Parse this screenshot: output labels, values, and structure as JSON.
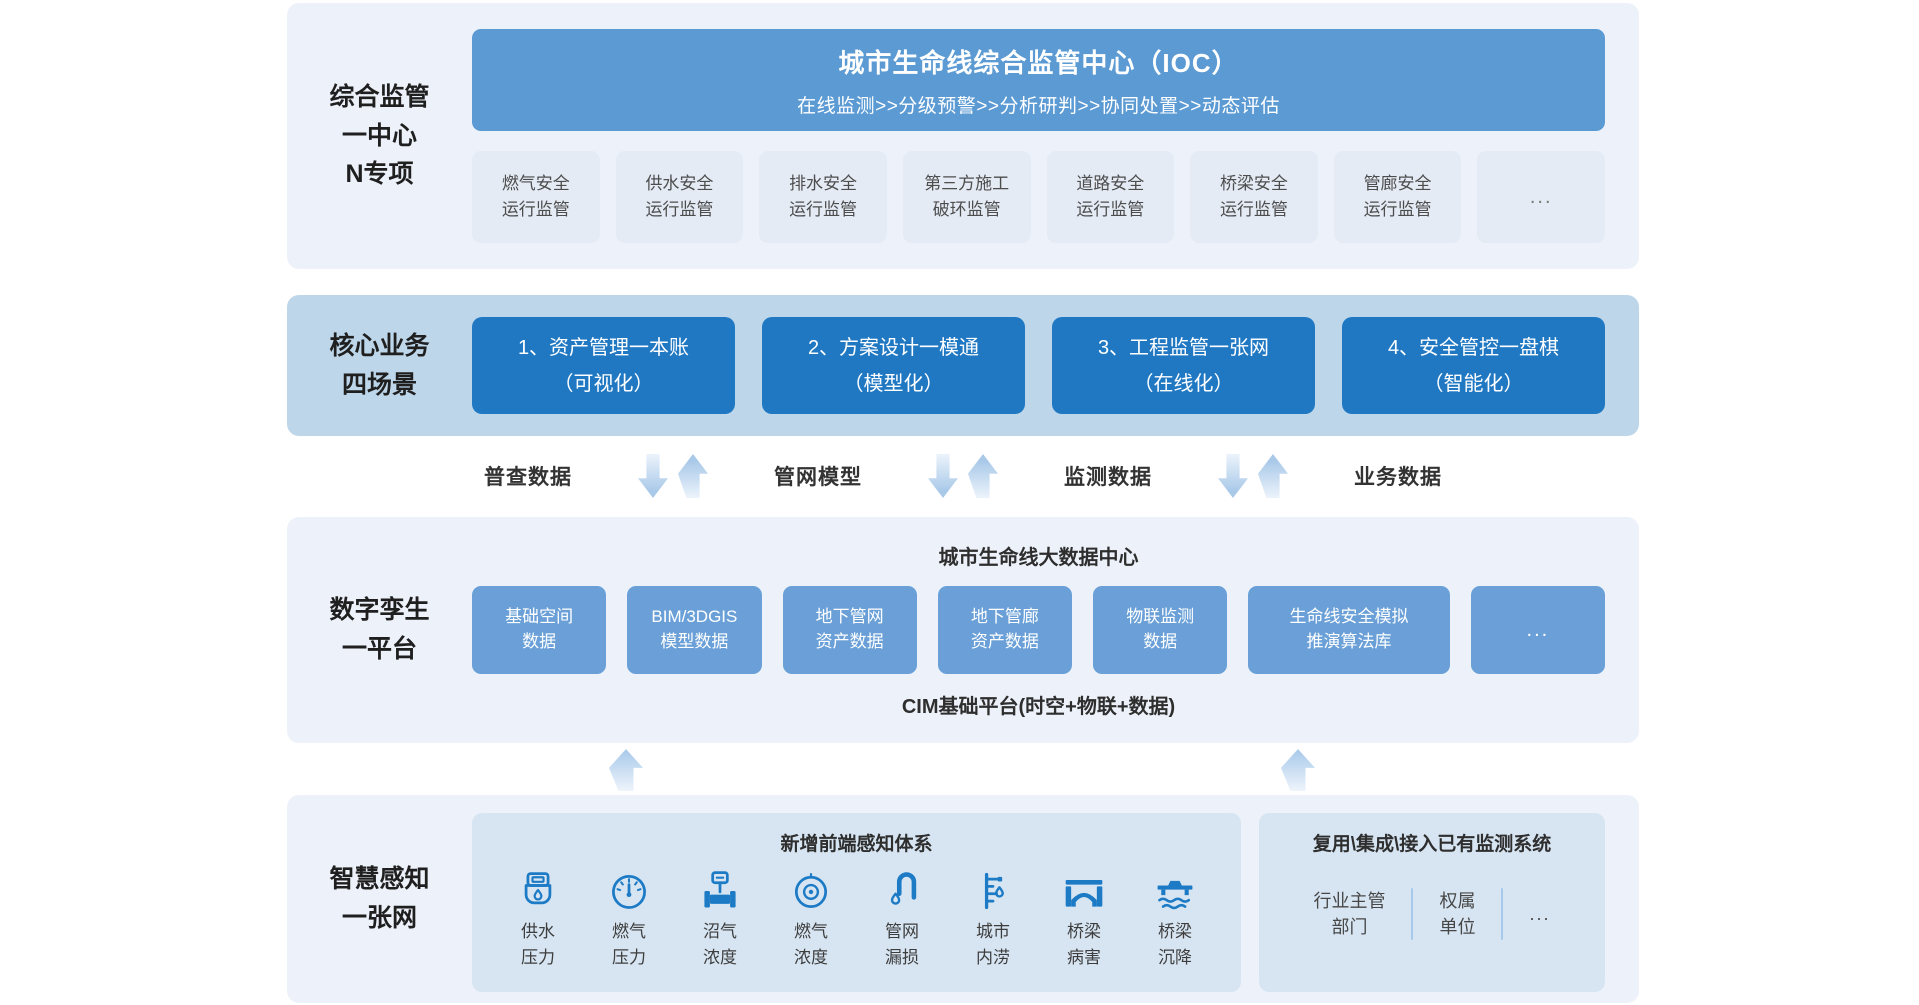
{
  "colors": {
    "header_blue": "#5b9ad3",
    "scenario_blue": "#2078c3",
    "dataset_blue": "#6aa0d7",
    "panel_light": "#edf2fa",
    "panel_mid": "#bdd6ea",
    "domain_box": "#e4ebf4",
    "inner_panel": "#d7e5f2",
    "icon_blue": "#1d7bc6",
    "arrow_blue": "#a9c9e9"
  },
  "supervision": {
    "side_label": "综合监管\n一中心\nN专项",
    "header": {
      "title": "城市生命线综合监管中心（IOC）",
      "subtitle": "在线监测>>分级预警>>分析研判>>协同处置>>动态评估"
    },
    "domains": [
      "燃气安全\n运行监管",
      "供水安全\n运行监管",
      "排水安全\n运行监管",
      "第三方施工\n破环监管",
      "道路安全\n运行监管",
      "桥梁安全\n运行监管",
      "管廊安全\n运行监管",
      "..."
    ]
  },
  "business": {
    "side_label": "核心业务\n四场景",
    "scenarios": [
      "1、资产管理一本账\n（可视化）",
      "2、方案设计一模通\n（模型化）",
      "3、工程监管一张网\n（在线化）",
      "4、安全管控一盘棋\n（智能化）"
    ]
  },
  "data_flow": {
    "labels": [
      "普查数据",
      "管网模型",
      "监测数据",
      "业务数据"
    ]
  },
  "digital_twin": {
    "side_label": "数字孪生\n一平台",
    "title": "城市生命线大数据中心",
    "datasets": [
      "基础空间\n数据",
      "BIM/3DGIS\n模型数据",
      "地下管网\n资产数据",
      "地下管廊\n资产数据",
      "物联监测\n数据",
      "生命线安全模拟\n推演算法库",
      "..."
    ],
    "platform": "CIM基础平台(时空+物联+数据)"
  },
  "sensing": {
    "side_label": "智慧感知\n一张网",
    "new_panel": {
      "title": "新增前端感知体系",
      "sensors": [
        {
          "icon": "water-meter-icon",
          "label": "供水\n压力"
        },
        {
          "icon": "pressure-gauge-icon",
          "label": "燃气\n压力"
        },
        {
          "icon": "pipe-valve-icon",
          "label": "沼气\n浓度"
        },
        {
          "icon": "gas-sensor-icon",
          "label": "燃气\n浓度"
        },
        {
          "icon": "pipe-leak-icon",
          "label": "管网\n漏损"
        },
        {
          "icon": "flood-gauge-icon",
          "label": "城市\n内涝"
        },
        {
          "icon": "bridge-icon",
          "label": "桥梁\n病害"
        },
        {
          "icon": "bridge-settlement-icon",
          "label": "桥梁\n沉降"
        }
      ]
    },
    "reuse_panel": {
      "title": "复用\\集成\\接入已有监测系统",
      "sources": [
        "行业主管\n部门",
        "权属\n单位",
        "..."
      ]
    }
  }
}
